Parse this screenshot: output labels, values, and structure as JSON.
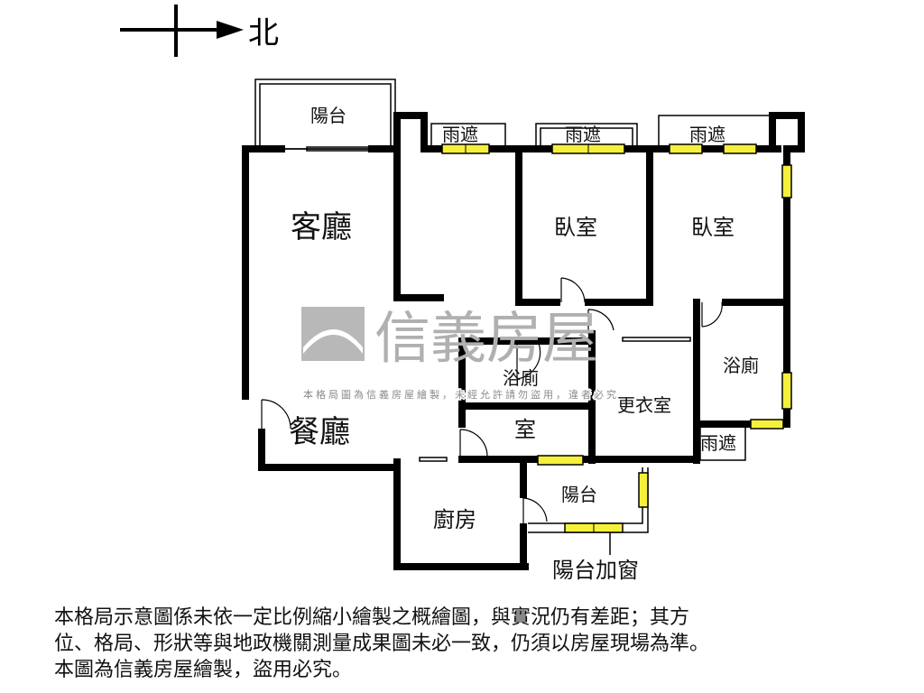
{
  "compass": {
    "label": "北"
  },
  "rooms": {
    "balcony_top": "陽台",
    "rain_shade_1": "雨遮",
    "rain_shade_2": "雨遮",
    "rain_shade_3": "雨遮",
    "rain_shade_4": "雨遮",
    "living_room": "客廳",
    "dining_room": "餐廳",
    "bedroom_1": "臥室",
    "bedroom_2": "臥室",
    "bathroom_1": "浴廁",
    "bathroom_2": "浴廁",
    "closet": "更衣室",
    "room": "室",
    "kitchen": "廚房",
    "balcony_back": "陽台",
    "balcony_window": "陽台加窗"
  },
  "watermark": {
    "brand": "信義房屋",
    "notice": "本格局圖為信義房屋繪製，未經允許請勿盜用，違者必究",
    "color": "#9a9a9a"
  },
  "colors": {
    "window": "#f5f03a",
    "wall": "#000000"
  },
  "disclaimer": {
    "line1": "本格局示意圖係未依一定比例縮小繪製之概繪圖，與實況仍有差距；其方",
    "line2": "位、格局、形狀等與地政機關測量成果圖未必一致，仍須以房屋現場為準。",
    "line3": "本圖為信義房屋繪製，盜用必究。"
  }
}
